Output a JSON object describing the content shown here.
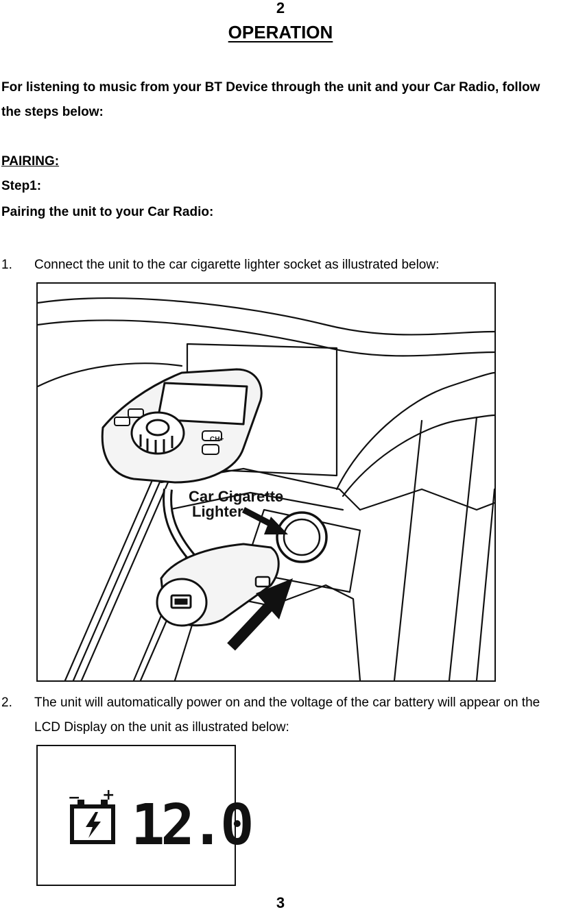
{
  "page_top_number": "2",
  "section_title": "OPERATION",
  "intro_text": "For listening to music from your BT Device through the unit and your Car Radio, follow the steps below:",
  "pairing_label": "PAIRING:",
  "step1_label": "Step1:",
  "step1_subtitle": "Pairing the unit to your Car Radio:",
  "list_items": [
    {
      "number": "1.",
      "text": "Connect the unit to the car cigarette lighter socket as illustrated below:"
    },
    {
      "number": "2.",
      "text": "The unit will automatically power on and the voltage of the car battery will appear on the LCD Display on the unit as illustrated below:"
    }
  ],
  "figure1": {
    "callout_line1": "Car Cigarette",
    "callout_line2": "Lighter",
    "device_labels": {
      "ch_plus": "CH+"
    }
  },
  "figure2": {
    "battery_minus": "−",
    "battery_plus": "+",
    "voltage_reading": "12.0"
  },
  "page_bottom_number": "3"
}
